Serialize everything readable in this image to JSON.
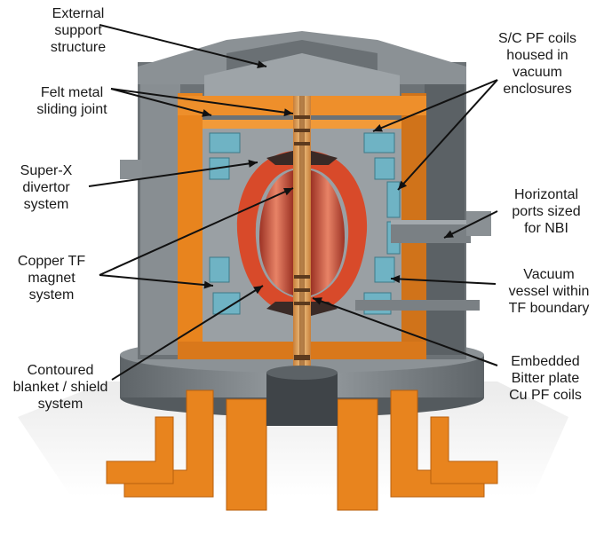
{
  "labels": {
    "external_support": [
      "External",
      "support",
      "structure"
    ],
    "felt_metal": [
      "Felt metal",
      "sliding joint"
    ],
    "super_x": [
      "Super-X",
      "divertor",
      "system"
    ],
    "copper_tf": [
      "Copper TF",
      "magnet",
      "system"
    ],
    "contoured": [
      "Contoured",
      "blanket / shield",
      "system"
    ],
    "sc_pf": [
      "S/C PF coils",
      "housed in",
      "vacuum",
      "enclosures"
    ],
    "horizontal": [
      "Horizontal",
      "ports sized",
      "for NBI"
    ],
    "vacuum_vessel": [
      "Vacuum",
      "vessel within",
      "TF boundary"
    ],
    "embedded": [
      "Embedded",
      "Bitter plate",
      "Cu PF coils"
    ]
  },
  "colors": {
    "orange": "#e8841e",
    "orange_dark": "#b95f0d",
    "grey": "#7d8387",
    "grey_light": "#aab0b4",
    "grey_dark": "#4f5458",
    "teal": "#6fb3c4",
    "plasma": "#d84a2a",
    "plasma_glow": "#f7a37d"
  }
}
